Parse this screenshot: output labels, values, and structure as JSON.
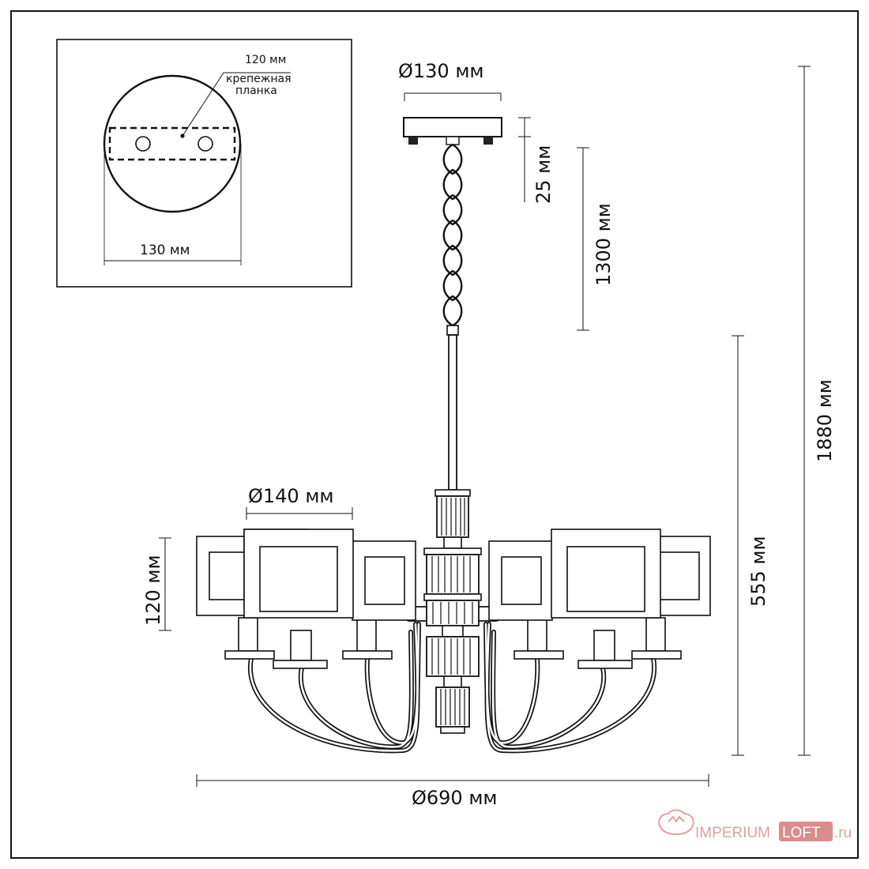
{
  "inset": {
    "strip_width_label": "120 мм",
    "strip_name_line1": "крепежная",
    "strip_name_line2": "планка",
    "canopy_width_label": "130 мм"
  },
  "dimensions": {
    "canopy_diameter": "Ø130 мм",
    "canopy_height": "25 мм",
    "chain_length": "1300 мм",
    "total_height": "1880 мм",
    "body_height": "555 мм",
    "shade_diameter": "Ø140 мм",
    "shade_height": "120 мм",
    "overall_diameter": "Ø690 мм"
  },
  "watermark": {
    "brand_a": "IMPERIUM",
    "brand_b": "LOFT",
    "domain": ".ru"
  },
  "colors": {
    "line": "#111111",
    "watermark_red": "#e0a1a1",
    "watermark_box": "#d98d8d"
  }
}
